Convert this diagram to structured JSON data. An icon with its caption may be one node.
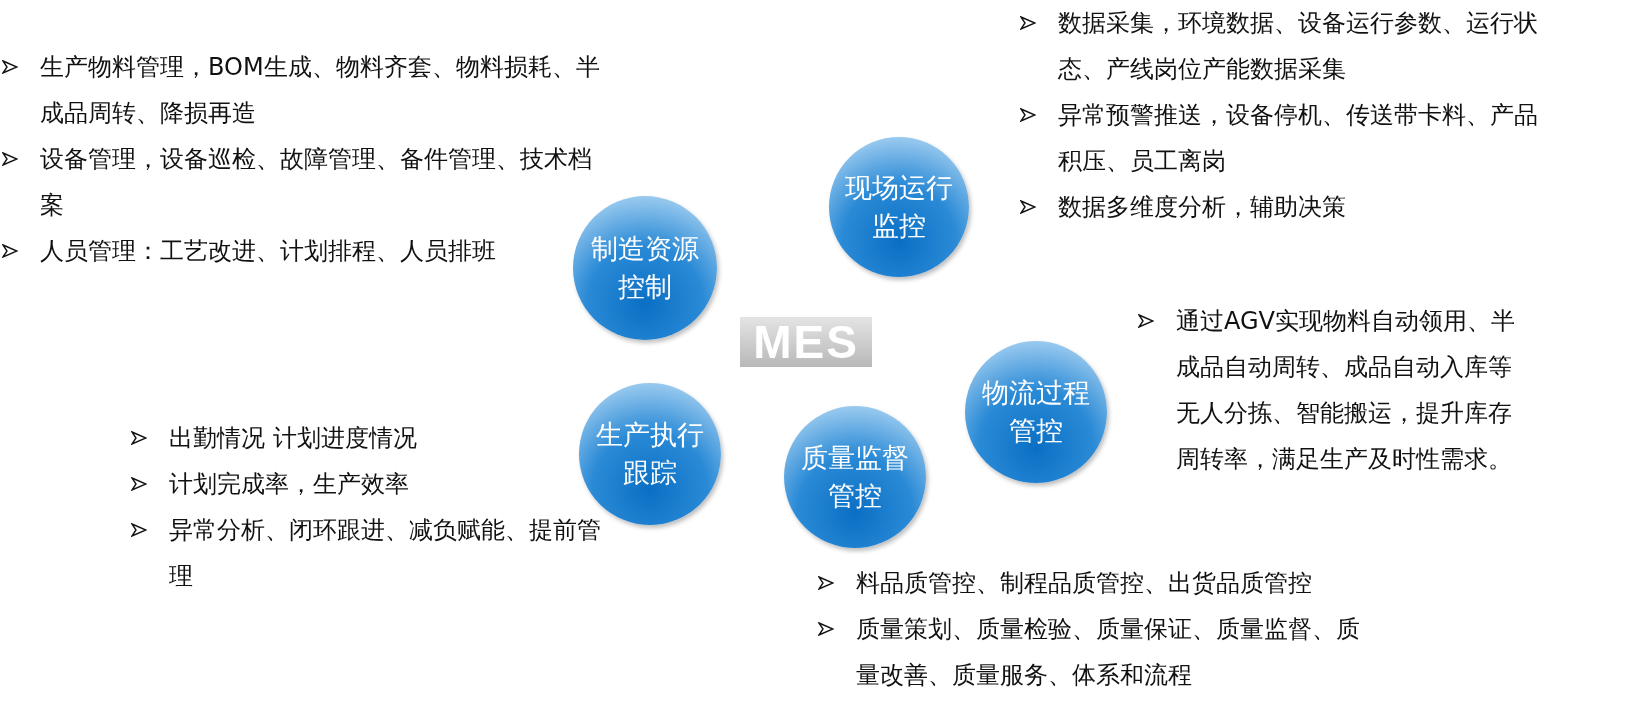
{
  "diagram": {
    "nodes": [
      {
        "text": [
          "制造资源控制"
        ],
        "beside": [
          "生产物料管理，BOM生成、物料齐套、物料损耗、半成品周转、降损再造",
          "设备管理，设备巡检、故障管理、备件管理、技术档案",
          "人员管理：工艺改进、计划排程、人员排班"
        ]
      },
      {
        "text": [
          "现场运行监控"
        ],
        "beside": [
          "数据采集，环境数据、设备运行参数、运行状态、产线岗位产能数据采集",
          "异常预警推送，设备停机、传送带卡料、产品积压、员工离岗",
          "数据多维度分析，辅助决策"
        ]
      },
      {
        "text": [
          "MES"
        ]
      },
      {
        "text": [
          "物流过程管控"
        ],
        "beside": [
          "通过AGV实现物料自动领用、半成品自动周转、成品自动入库等无人分拣、智能搬运，提升库存周转率，满足生产及时性需求。"
        ]
      },
      {
        "text": [
          "生产执行跟踪"
        ],
        "beside": [
          "出勤情况 计划进度情况",
          "计划完成率，生产效率",
          "异常分析、闭环跟进、减负赋能、提前管理"
        ]
      },
      {
        "text": [
          "质量监督管控"
        ],
        "beside": [
          "料品质管控、制程品质管控、出货品质管控",
          "质量策划、质量检验、质量保证、质量监督、质量改善、质量服务、体系和流程"
        ]
      }
    ]
  }
}
